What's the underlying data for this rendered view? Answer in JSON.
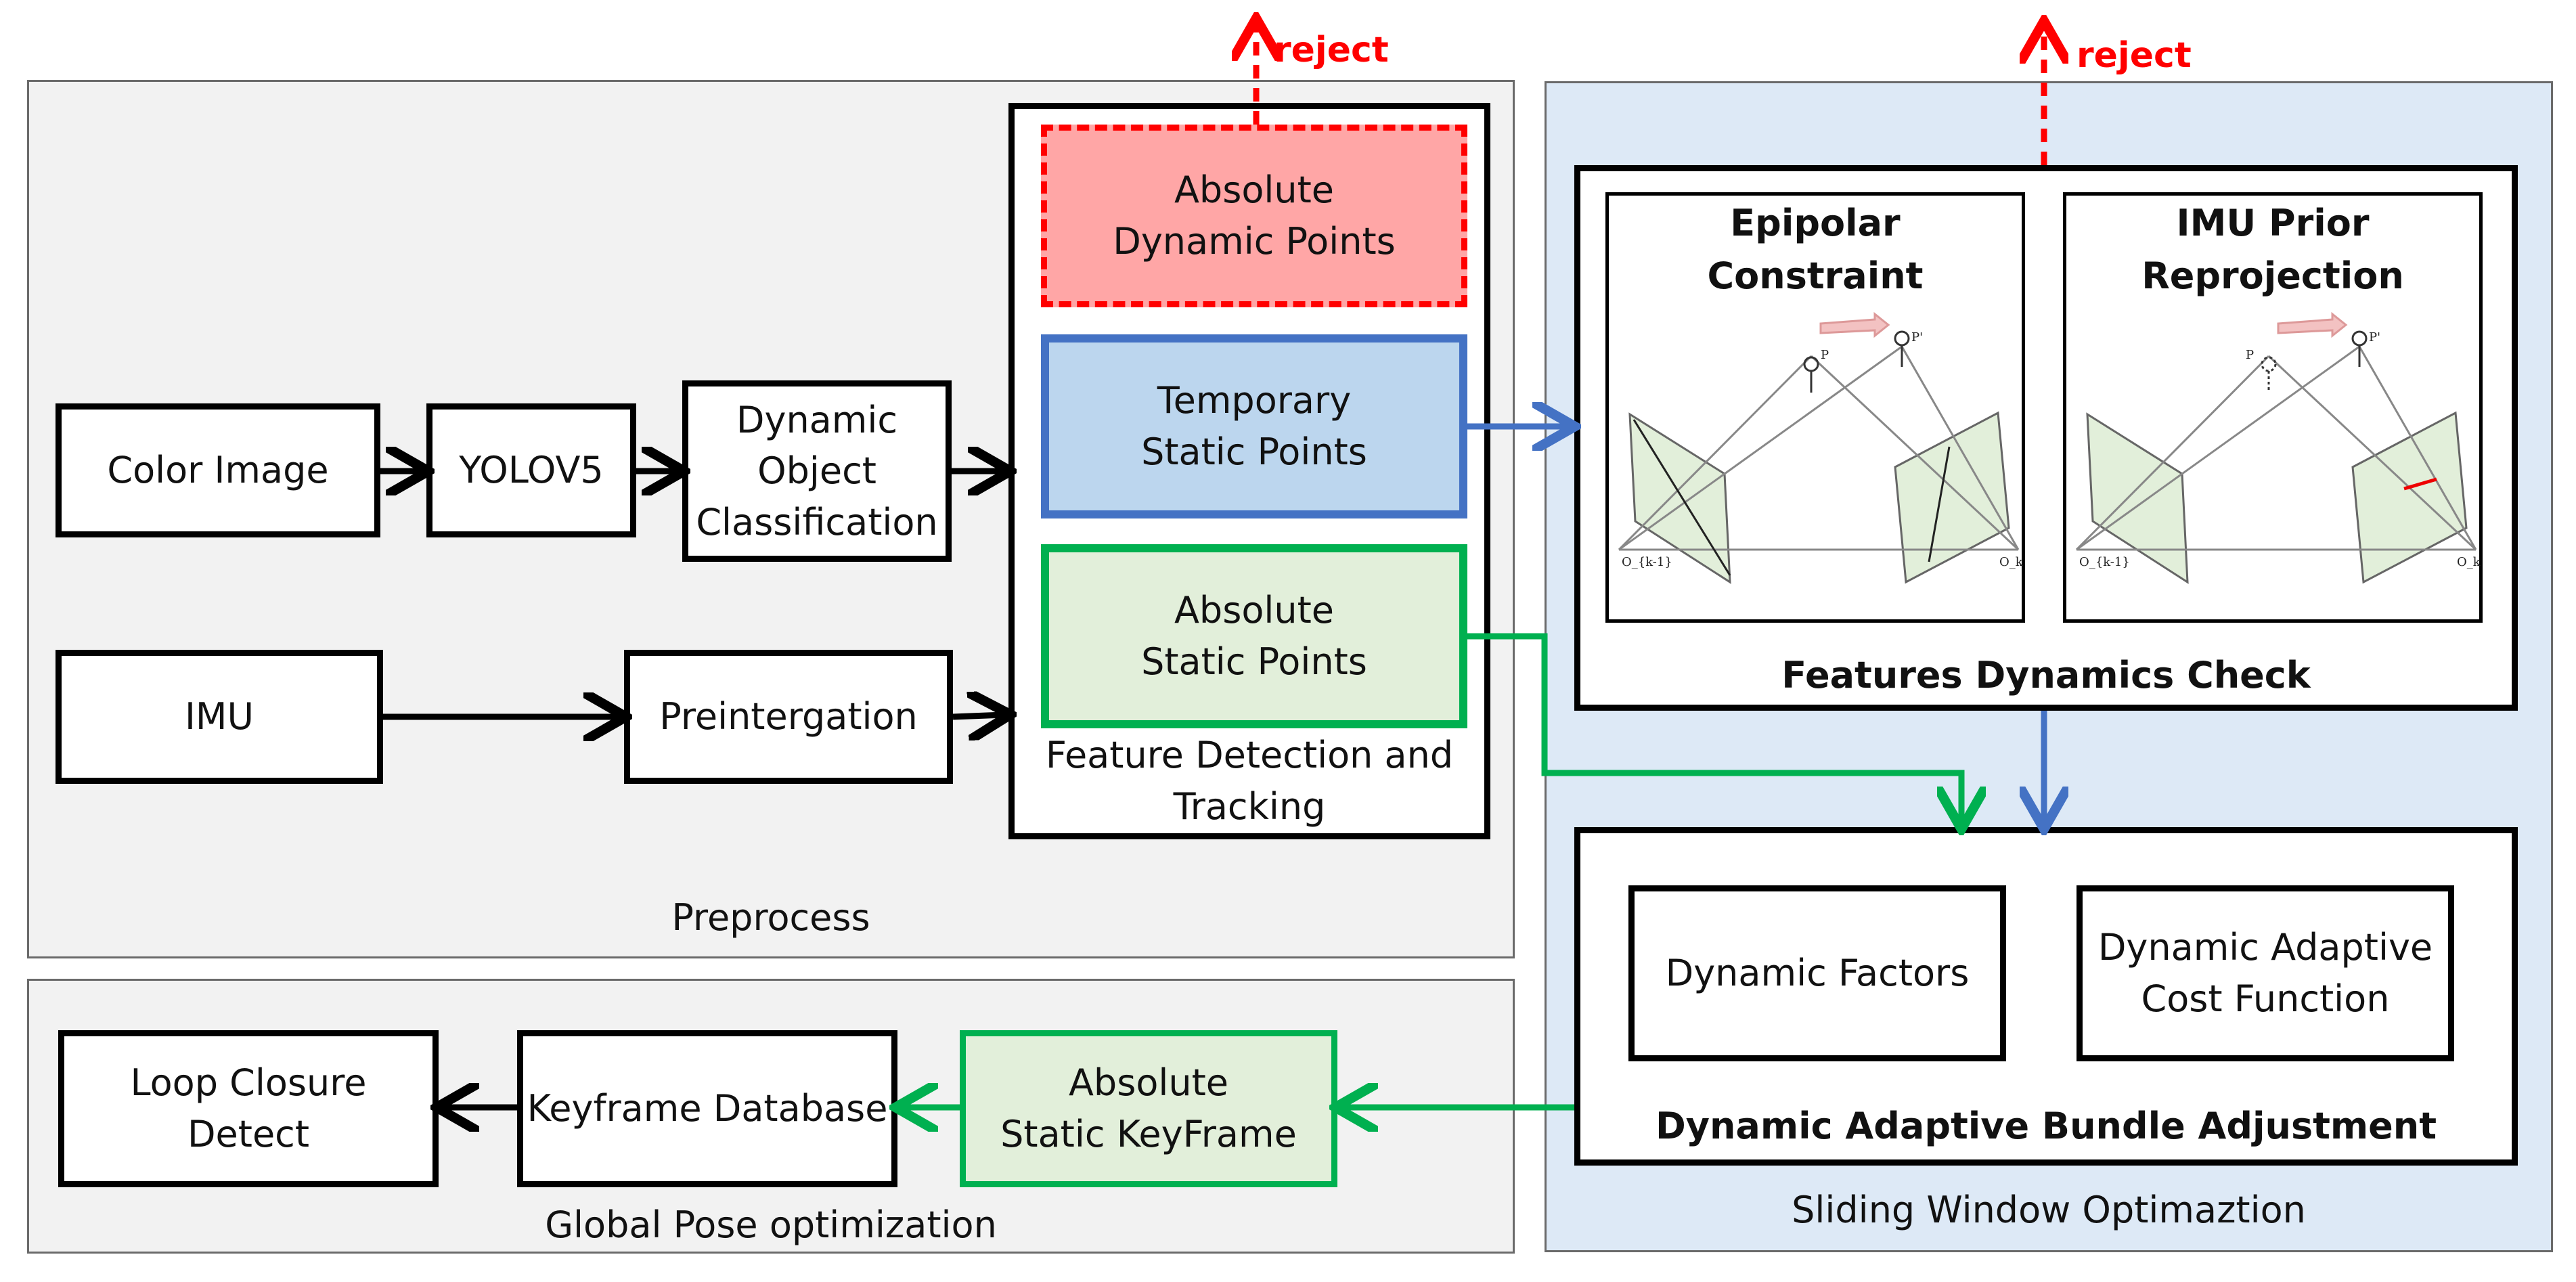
{
  "preprocess": {
    "label": "Preprocess",
    "color_image": "Color Image",
    "yolov5": "YOLOV5",
    "dynamic_object_classification": "Dynamic\nObject\nClassification",
    "imu": "IMU",
    "preintegration": "Preintergation"
  },
  "feature_detection": {
    "label": "Feature Detection and\nTracking",
    "absolute_dynamic_points": "Absolute\nDynamic Points",
    "temporary_static_points": "Temporary\nStatic Points",
    "absolute_static_points": "Absolute\nStatic Points"
  },
  "reject_label": "reject",
  "sliding_window": {
    "label": "Sliding Window Optimaztion",
    "features_dynamics_check": "Features Dynamics Check",
    "epipolar_constraint": "Epipolar\nConstraint",
    "imu_prior_reprojection": "IMU Prior\nReprojection",
    "dynamic_adaptive_ba": "Dynamic Adaptive Bundle Adjustment",
    "dynamic_factors": "Dynamic Factors",
    "dynamic_adaptive_cost": "Dynamic Adaptive\nCost Function"
  },
  "global_pose": {
    "label": "Global Pose optimization",
    "loop_closure": "Loop Closure\nDetect",
    "keyframe_database": "Keyframe Database",
    "absolute_static_keyframe": "Absolute\nStatic KeyFrame"
  },
  "sketch_labels": {
    "point_p": "P",
    "point_p_prime": "P'",
    "left_frame_origin": "O_{k-1}",
    "right_frame_origin": "O_k"
  },
  "colors": {
    "reject": "#ff0000",
    "temporary": "#4472c4",
    "static": "#00b050",
    "dynamic_fill": "#ffa6a6"
  }
}
